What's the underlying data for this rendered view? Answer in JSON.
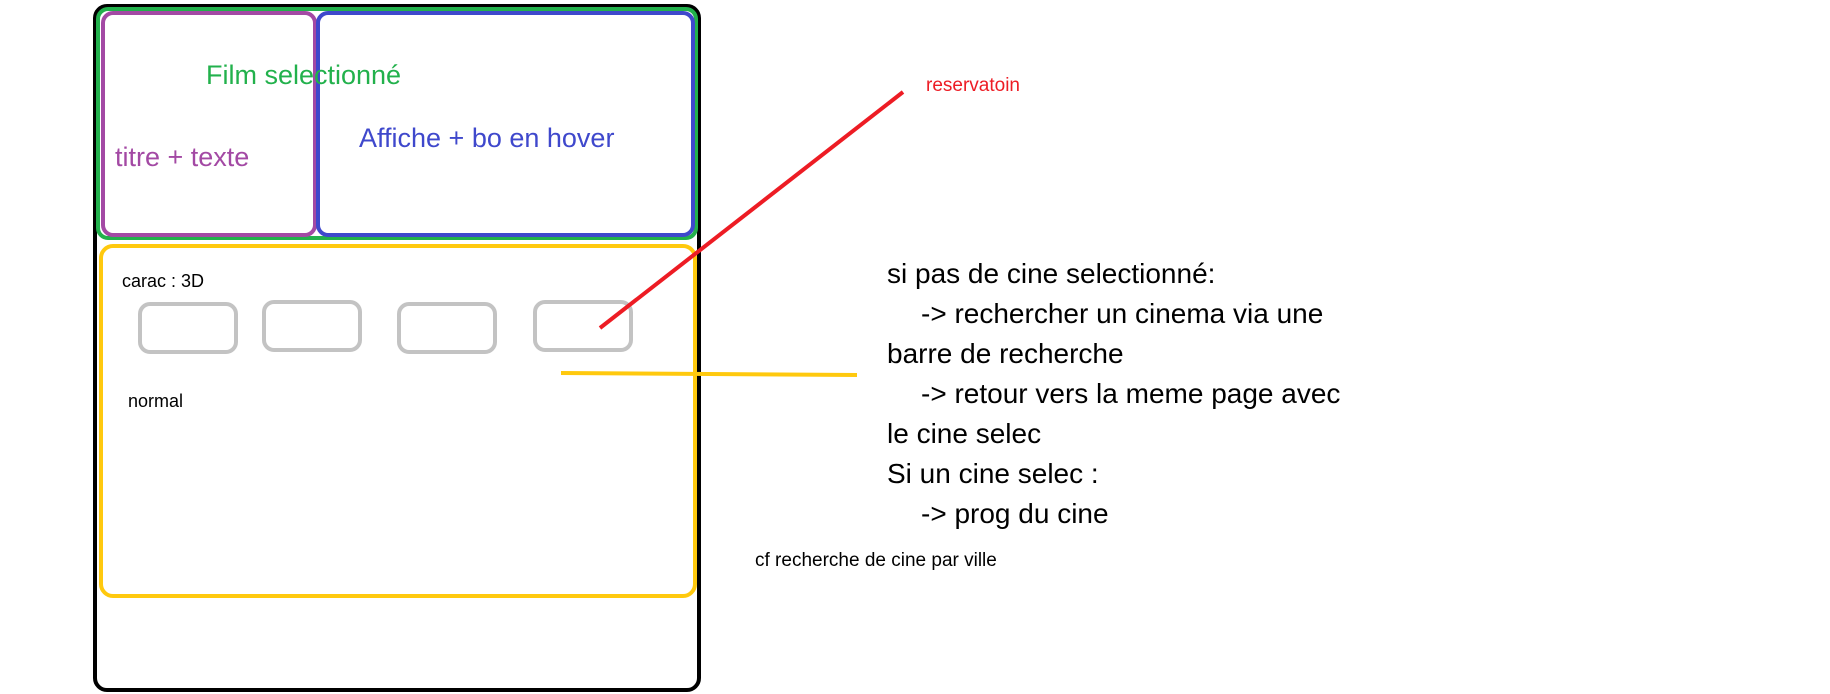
{
  "colors": {
    "frame": "#000000",
    "film_section": "#22b14c",
    "titre_box": "#a349a4",
    "affiche_box": "#3f48cc",
    "seance_section": "#ffc90e",
    "seance_buttons": "#c3c3c3",
    "reservation_arrow": "#ed1c24",
    "connector": "#ffc90e"
  },
  "mockup": {
    "film_section_label": "Film selectionné",
    "titre_label": "titre + texte",
    "affiche_label": "Affiche + bo en hover",
    "carac_label": "carac : 3D",
    "normal_label": "normal",
    "showtime_buttons_count": 4
  },
  "annotations": {
    "reservation": "reservatoin",
    "notes": [
      "si pas de cine selectionné:",
      "-> rechercher un cinema via une",
      "barre de recherche",
      "-> retour vers la meme page avec",
      "le cine selec",
      "Si un cine selec :",
      "-> prog du cine"
    ],
    "cf": "cf recherche de cine par ville"
  }
}
